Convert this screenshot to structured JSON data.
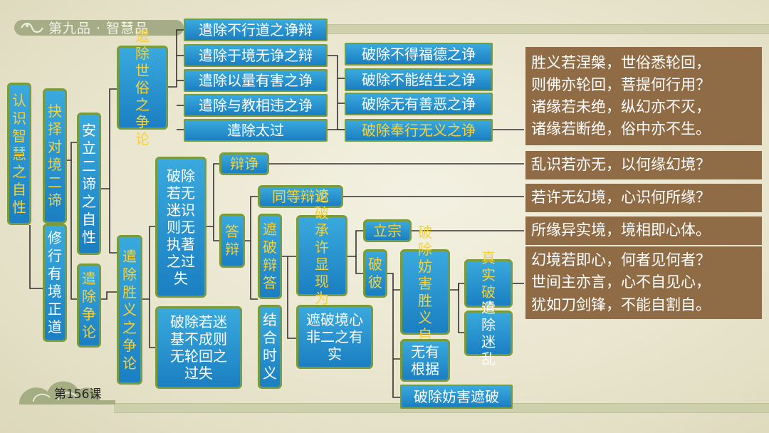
{
  "header": {
    "title": "第九品 · 智慧品"
  },
  "footer": {
    "lesson": "第156课"
  },
  "nodes": {
    "root": "认识智慧之自性",
    "two_truths": "抉择对境二谛",
    "practice": "修行有境正道",
    "establish": "安立二谛之自性",
    "refute": "遣除争论",
    "conventional": "遣除世俗之争论",
    "ultimate": "遣除胜义之争论",
    "c1": "遣除不行道之诤辩",
    "c2": "遣除于境无诤之辩",
    "c3": "遣除以量有害之诤",
    "c4": "遣除与教相违之诤",
    "c5": "遣除太过",
    "d1": "破除不得福德之诤",
    "d2": "破除不能结生之诤",
    "d3": "破除无有善恶之诤",
    "d4": "破除奉行无义之诤",
    "mind_only": "破除若无迷识则无执著之过失",
    "confused": "破除若迷基不成则无轮回之过失",
    "debate": "辩诤",
    "answer": "答辩",
    "same_debate": "同等辩论",
    "refute_answer": "遮破辩答",
    "combine": "结合时义",
    "refute_accept": "遮破承许显现为心",
    "refute_state": "遮破境心非二之有实",
    "thesis": "立宗",
    "refutation": "破彼",
    "self_aware": "破除妨害胜义自证",
    "no_basis": "无有根据",
    "refute_harm": "破除妨害遮破",
    "real": "真实破除",
    "remove_conf": "遣除迷乱"
  },
  "quotes": {
    "q1": [
      "胜义若涅槃，世俗悉轮回，",
      "则佛亦轮回，菩提何行用？",
      "诸缘若未绝，纵幻亦不灭，",
      "诸缘若断绝，俗中亦不生。"
    ],
    "q2": [
      "乱识若亦无，以何缘幻境？"
    ],
    "q3": [
      "若许无幻境，心识何所缘？"
    ],
    "q4": [
      "所缘异实境，境相即心体。"
    ],
    "q5": [
      "幻境若即心，何者见何者？",
      "世间主亦言，心不自见心，",
      "犹如刀剑锋，不能自割自。"
    ]
  },
  "colors": {
    "box_fill": "#2a95d2",
    "box_border": "#7a9b3a",
    "gold_text": "#f5d23a",
    "quote_fill": "#8f6c46",
    "line": "#333333"
  }
}
